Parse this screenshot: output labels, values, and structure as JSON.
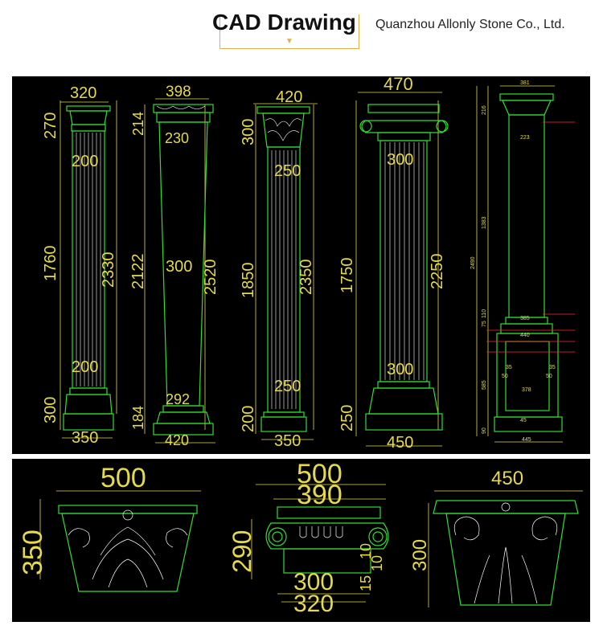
{
  "header": {
    "title": "CAD Drawing",
    "company": "Quanzhou Allonly Stone Co., Ltd."
  },
  "colors": {
    "background": "#000000",
    "outline": "#33dd33",
    "detail": "#ffffff",
    "dimension": "#e6d94a",
    "marker": "#ff2a2a",
    "accent": "#e0b04a"
  },
  "columns": [
    {
      "top_width": "320",
      "cap_height": "270",
      "upper_diameter": "200",
      "shaft_height": "1760",
      "total_height": "2330",
      "lower_diameter": "200",
      "base_height": "300",
      "base_width": "350"
    },
    {
      "top_width": "398",
      "cap_height": "214",
      "upper_diameter": "230",
      "shaft_height": "2122",
      "total_height": "2520",
      "mid_diameter": "300",
      "lower_diameter": "292",
      "base_height": "184",
      "base_width": "420"
    },
    {
      "top_width": "420",
      "cap_height": "300",
      "upper_diameter": "250",
      "shaft_height": "1850",
      "total_height": "2350",
      "lower_diameter": "250",
      "base_height": "200",
      "base_width": "350"
    },
    {
      "top_width": "470",
      "upper_diameter": "300",
      "shaft_height": "1750",
      "total_height": "2250",
      "lower_diameter": "300",
      "base_height": "250",
      "base_width": "450"
    },
    {
      "top_width": "381",
      "cap_height": "216",
      "upper_diameter": "223",
      "shaft_height": "1383",
      "total_height": "2490",
      "lower_diameter": "385",
      "h1": "75",
      "h2": "110",
      "plinth_top": "440",
      "base_height": "585",
      "side_a": "50",
      "side_b": "50",
      "inner_width": "378",
      "small_a": "35",
      "small_b": "35",
      "bottom_h": "90",
      "bottom_mark": "45",
      "base_width": "445"
    }
  ],
  "capitals": [
    {
      "width": "500",
      "height": "350"
    },
    {
      "width": "500",
      "inner_width": "390",
      "height": "290",
      "bottom_width": "300",
      "bottom_outer": "320",
      "side_a": "10",
      "side_b": "15",
      "side_c": "10"
    },
    {
      "width": "450",
      "height": "300"
    }
  ]
}
